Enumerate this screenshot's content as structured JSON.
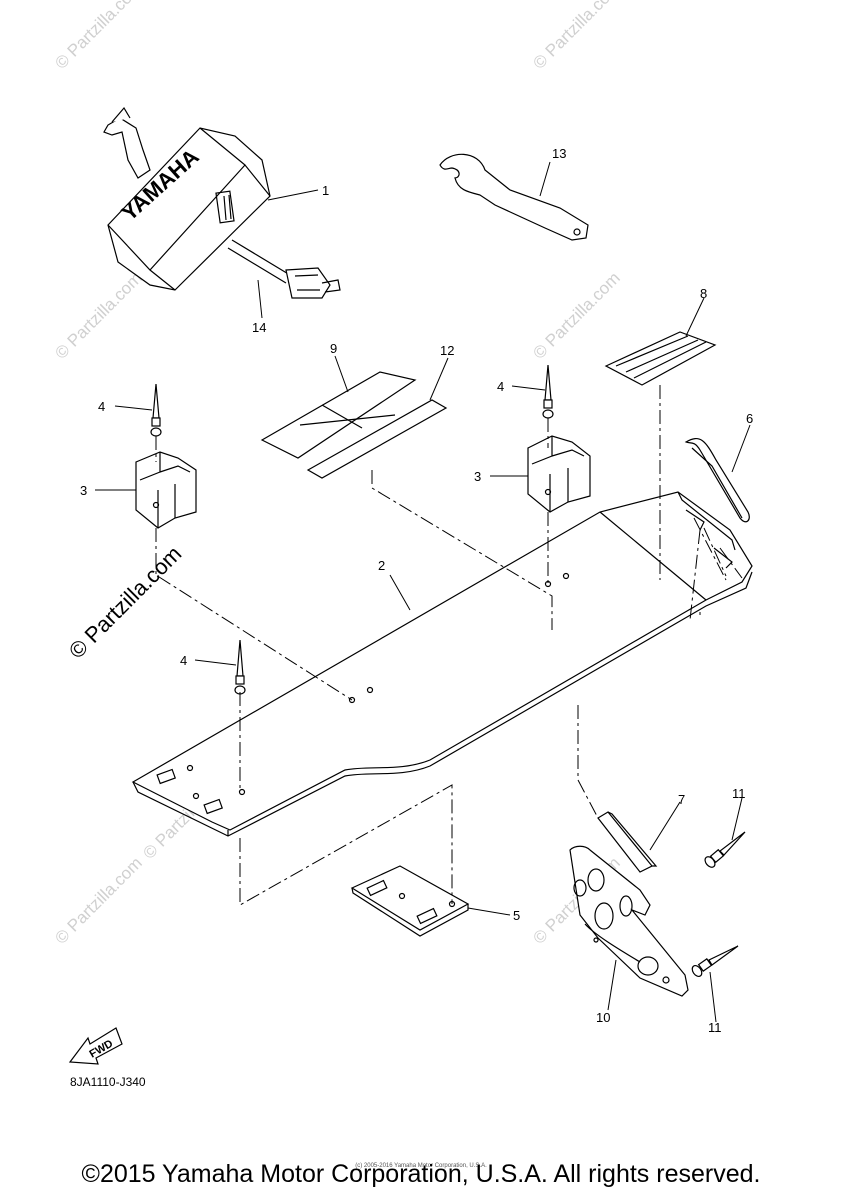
{
  "watermark": {
    "text": "© Partzilla.com"
  },
  "parts": {
    "p1": "1",
    "p2": "2",
    "p3a": "3",
    "p3b": "3",
    "p4a": "4",
    "p4b": "4",
    "p4c": "4",
    "p5": "5",
    "p6": "6",
    "p7": "7",
    "p8": "8",
    "p9": "9",
    "p10": "10",
    "p11a": "11",
    "p11b": "11",
    "p12": "12",
    "p13": "13",
    "p14": "14"
  },
  "bag_logo": "YAMAHA",
  "fwd_label": "FWD",
  "diagram_code": "8JA1110-J340",
  "copyright": "©2015 Yamaha Motor Corporation, U.S.A. All rights reserved.",
  "copyright_small": "(c) 2005-2016 Yamaha Motor Corporation, U.S.A."
}
